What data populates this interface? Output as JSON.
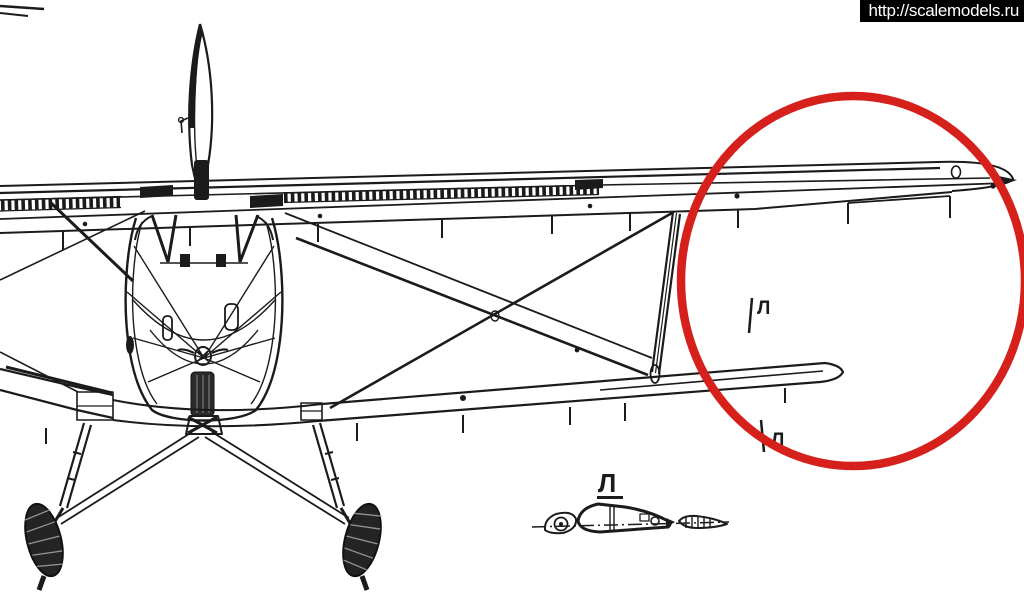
{
  "banner": {
    "url_text": "http://scalemodels.ru"
  },
  "labels": {
    "section_upper": "Л",
    "section_lower": "Л",
    "airfoil": "Л"
  },
  "colors": {
    "ink": "#1b1b1b",
    "annotation_red": "#d6201c",
    "banner_bg": "#000000",
    "banner_text": "#ffffff",
    "paper": "#ffffff"
  }
}
